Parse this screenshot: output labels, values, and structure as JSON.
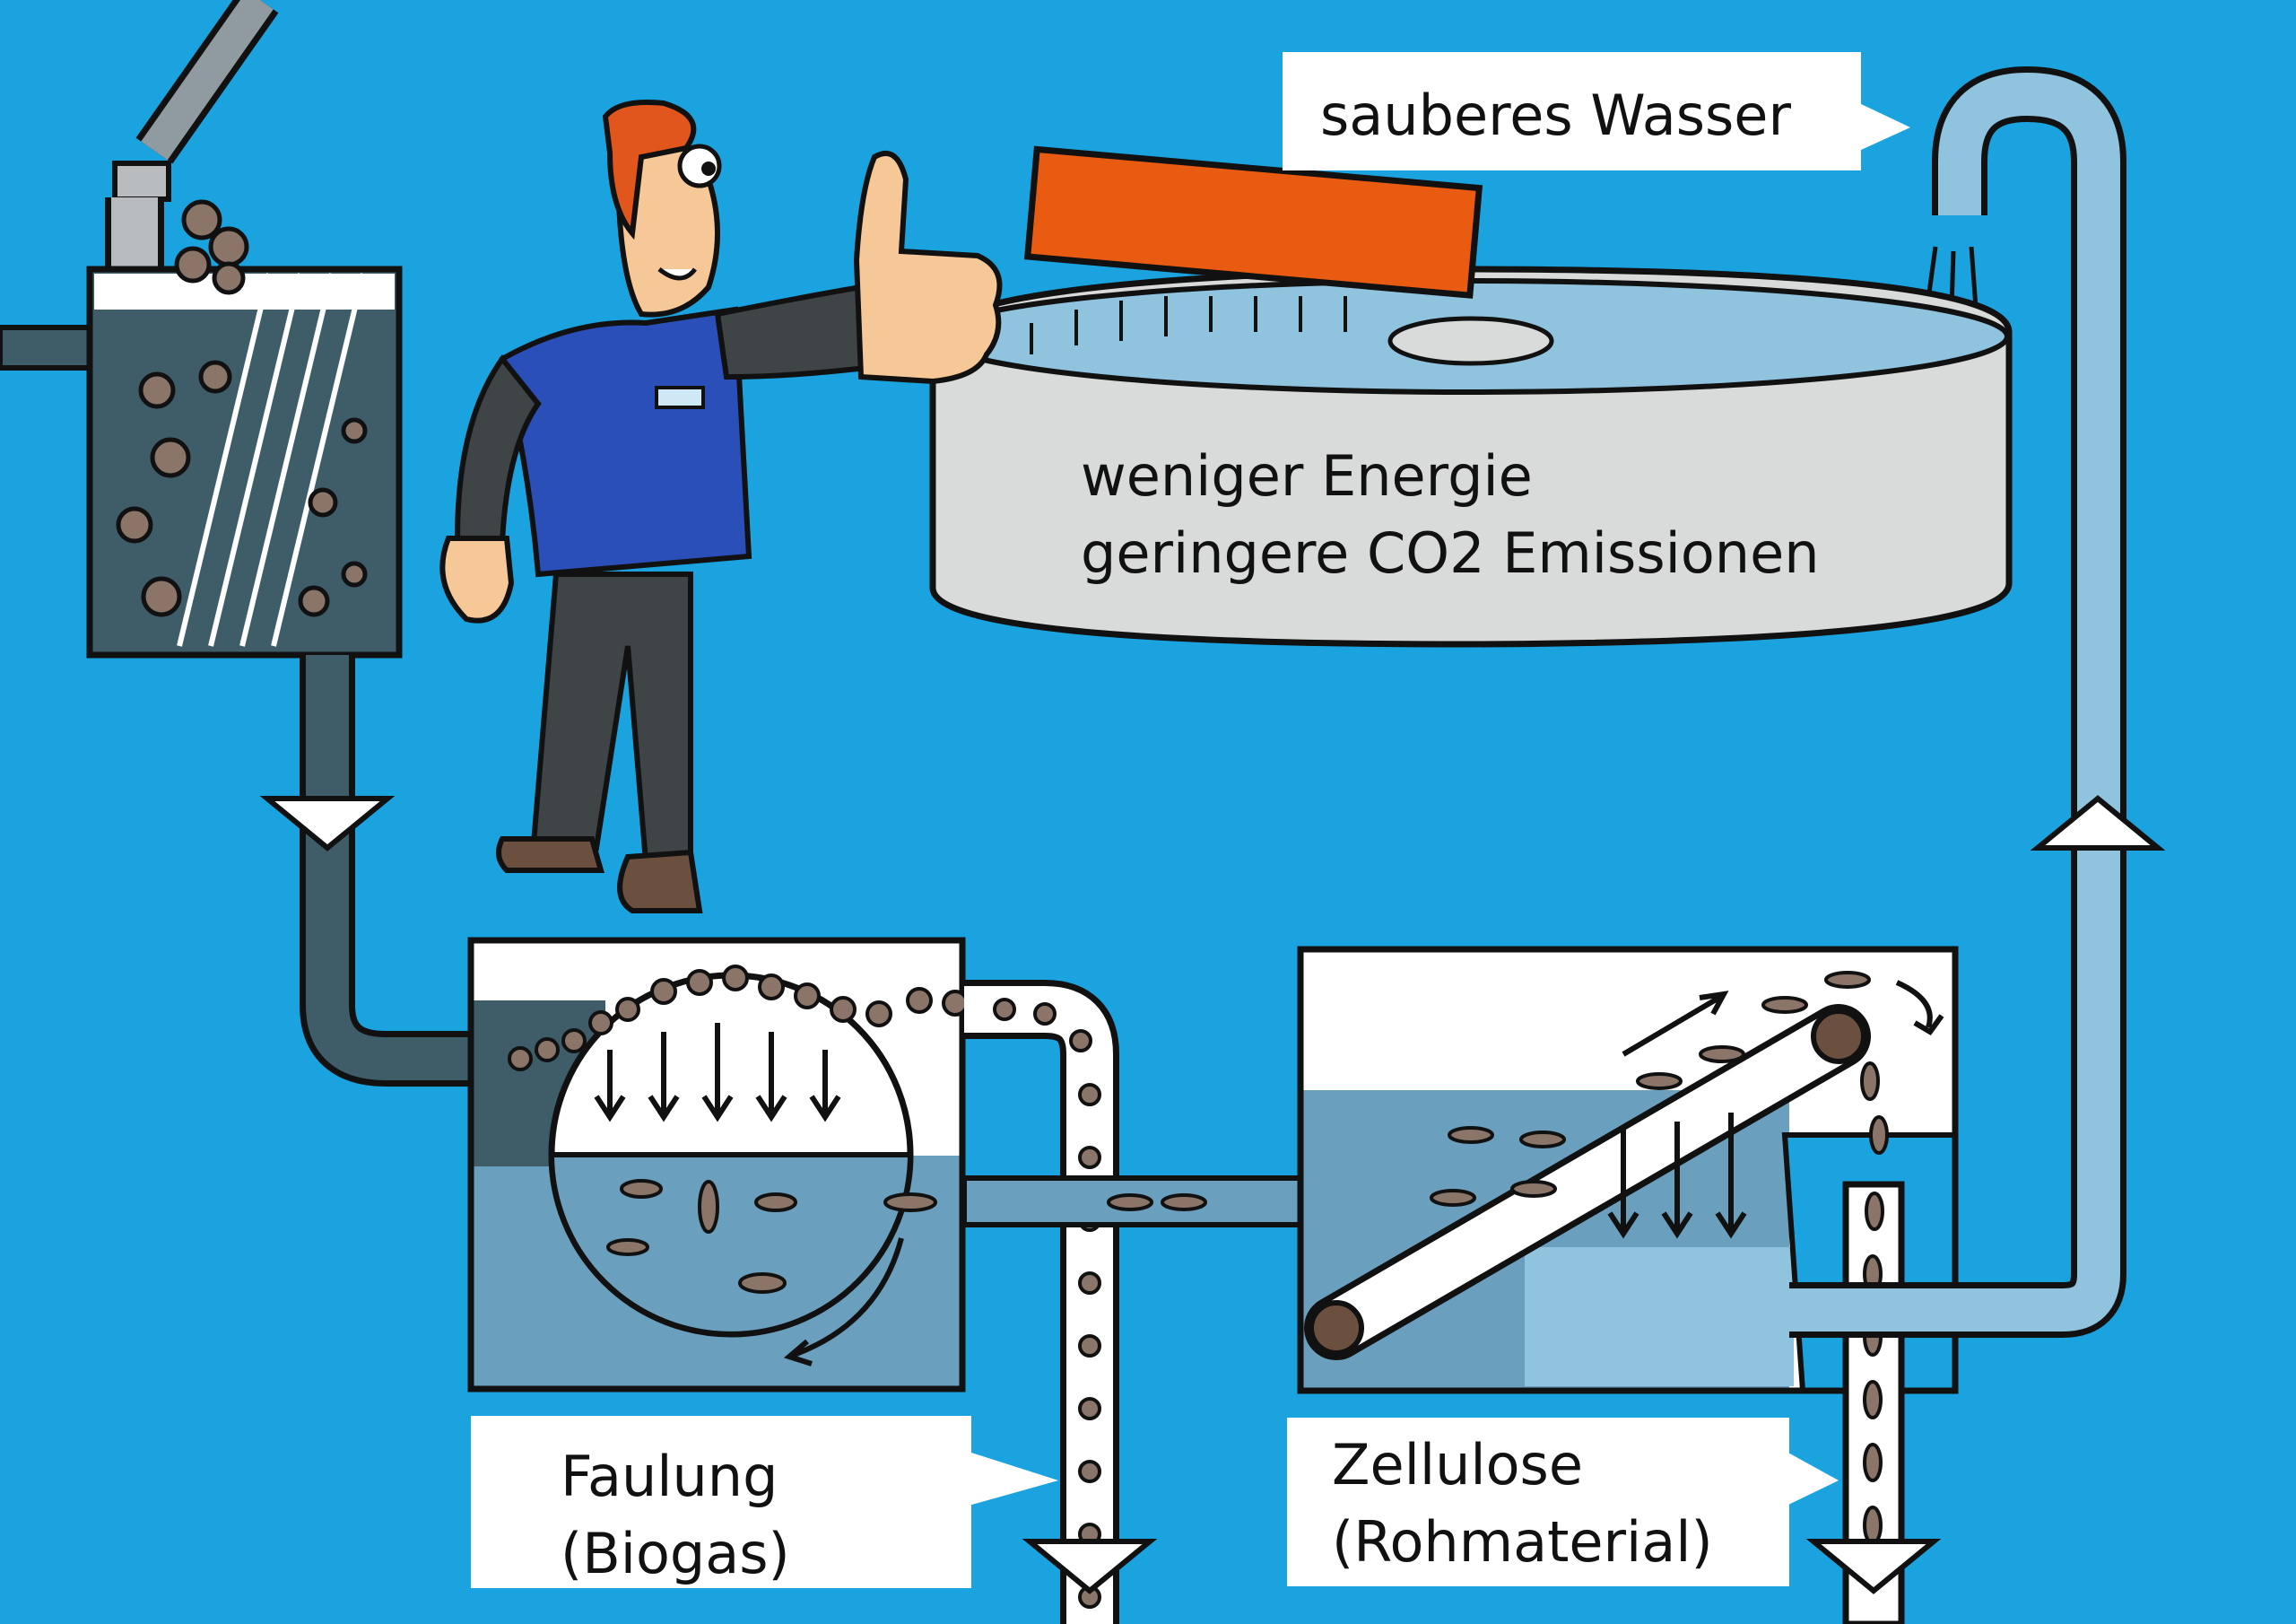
{
  "labels": {
    "clean_water": "sauberes Wasser",
    "energy_line1": "weniger Energie",
    "energy_line2": "geringere CO2 Emissionen",
    "digestion_line1": "Faulung",
    "digestion_line2": "(Biogas)",
    "cellulose_line1": "Zellulose",
    "cellulose_line2": "(Rohmaterial)"
  },
  "colors": {
    "background": "#1aa3df",
    "pipe_dark": "#3f5c69",
    "pipe_light": "#8fc3de",
    "water": "#6a9fbe",
    "tank_grey": "#d9dada",
    "panel_orange": "#e85b10",
    "shirt_blue": "#2a4fb8",
    "skin": "#f6c898",
    "hair": "#e0561d",
    "particle": "#8a7568"
  }
}
